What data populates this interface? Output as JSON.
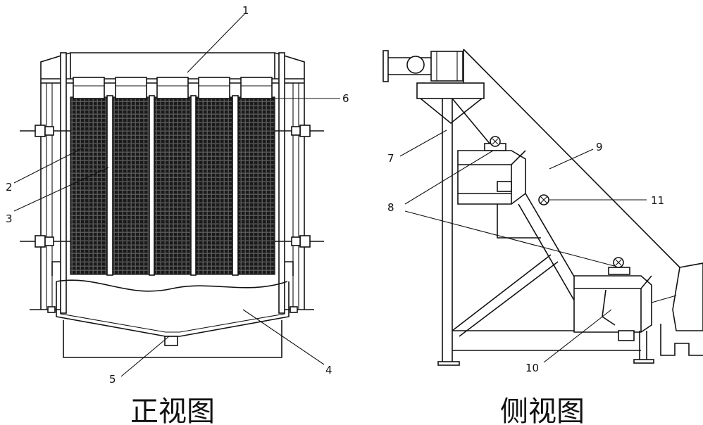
{
  "front_view": {
    "caption": "正视图",
    "labels": [
      "1",
      "2",
      "3",
      "4",
      "5",
      "6"
    ]
  },
  "side_view": {
    "caption": "侧视图",
    "labels": [
      "7",
      "8",
      "9",
      "10",
      "11"
    ]
  }
}
